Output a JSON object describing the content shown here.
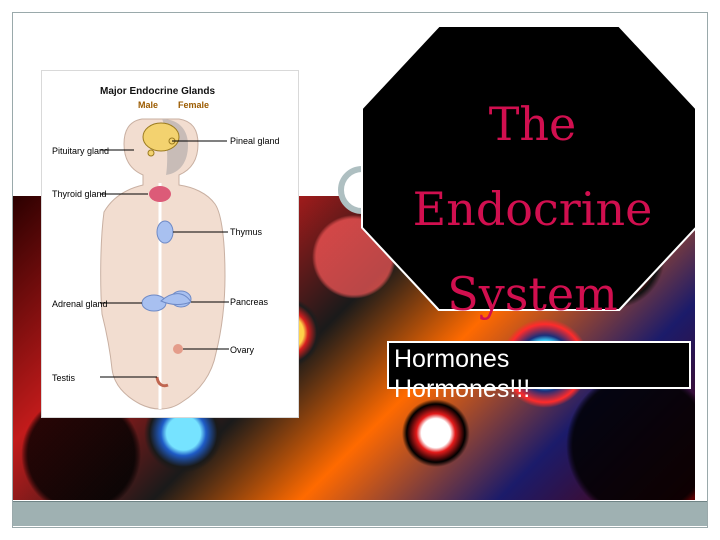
{
  "slide": {
    "title": "The Endocrine\nSystem",
    "subtitle": "Hormones\nHormones!!!"
  },
  "diagram": {
    "heading": "Major Endocrine Glands",
    "male_label": "Male",
    "female_label": "Female",
    "labels": {
      "pituitary": "Pituitary gland",
      "pineal": "Pineal gland",
      "thyroid": "Thyroid gland",
      "thymus": "Thymus",
      "adrenal": "Adrenal gland",
      "pancreas": "Pancreas",
      "ovary": "Ovary",
      "testis": "Testis"
    }
  },
  "colors": {
    "title_red": "#d10f4f",
    "bar": "#9fb1b2",
    "octagon": "#000000"
  }
}
